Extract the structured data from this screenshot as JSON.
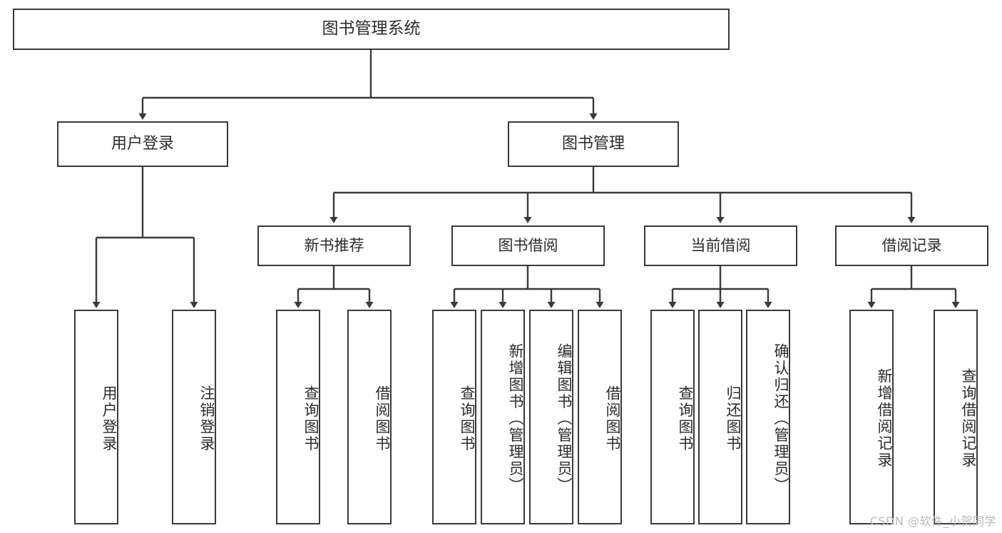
{
  "diagram": {
    "title": "图书管理系统",
    "type": "tree",
    "root": {
      "label": "图书管理系统"
    },
    "level1": [
      {
        "label": "用户登录"
      },
      {
        "label": "图书管理"
      }
    ],
    "level2": [
      {
        "label": "新书推荐",
        "parent": "图书管理"
      },
      {
        "label": "图书借阅",
        "parent": "图书管理"
      },
      {
        "label": "当前借阅",
        "parent": "图书管理"
      },
      {
        "label": "借阅记录",
        "parent": "图书管理"
      }
    ],
    "leaves": [
      {
        "label": "用户登录",
        "parent": "用户登录"
      },
      {
        "label": "注销登录",
        "parent": "用户登录"
      },
      {
        "label": "查询图书",
        "parent": "新书推荐"
      },
      {
        "label": "借阅图书",
        "parent": "新书推荐"
      },
      {
        "label": "查询图书",
        "parent": "图书借阅"
      },
      {
        "label": "新增图书（管理员）",
        "parent": "图书借阅"
      },
      {
        "label": "编辑图书（管理员）",
        "parent": "图书借阅"
      },
      {
        "label": "借阅图书",
        "parent": "图书借阅"
      },
      {
        "label": "查询图书",
        "parent": "当前借阅"
      },
      {
        "label": "归还图书",
        "parent": "当前借阅"
      },
      {
        "label": "确认归还（管理员）",
        "parent": "当前借阅"
      },
      {
        "label": "新增借阅记录",
        "parent": "借阅记录"
      },
      {
        "label": "查询借阅记录",
        "parent": "借阅记录"
      }
    ]
  },
  "watermark": {
    "text": "CSDN @软件_小贺同学"
  },
  "colors": {
    "border": "#3a3a3a",
    "text": "#2b2b2b",
    "background": "#fefefe",
    "watermark": "#b9b9b9"
  }
}
